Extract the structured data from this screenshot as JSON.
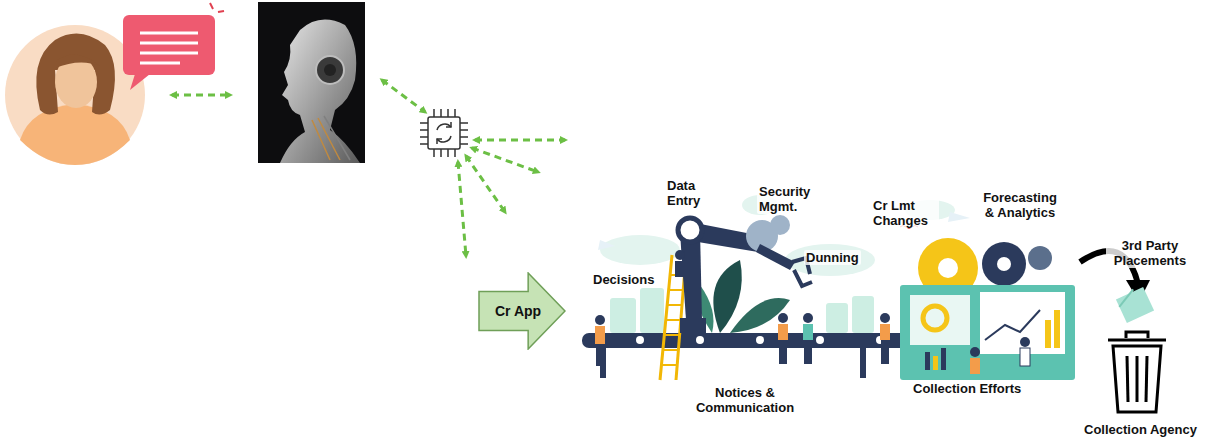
{
  "diagram": {
    "nodes": [
      {
        "text": [
          "Cr App"
        ]
      }
    ],
    "labels": [
      "Decisions",
      "Data Entry",
      "Security Mgmt.",
      "Dunning",
      "Cr Lmt Changes",
      "Forecasting & Analytics",
      "3rd Party Placements",
      "Notices & Communication",
      "Collection Efforts",
      "Collection Agency"
    ]
  }
}
